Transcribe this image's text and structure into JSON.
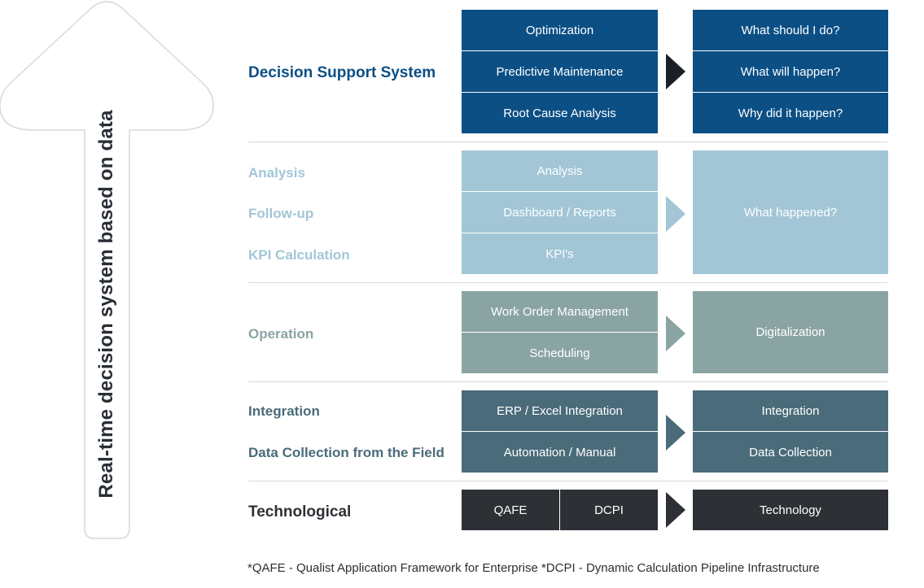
{
  "colors": {
    "dark_blue": "#0b4f85",
    "light_blue": "#a2c6d6",
    "gray_teal": "#8aa4a4",
    "slate": "#4a6b7a",
    "charcoal": "#2d3035",
    "arrow_outline": "#d8d8d8"
  },
  "side_arrow": {
    "text": "Real-time decision system based on data",
    "icon": "up-arrow-icon"
  },
  "layers": {
    "dss": {
      "label": "Decision Support System",
      "left": [
        "Optimization",
        "Predictive Maintenance",
        "Root Cause Analysis"
      ],
      "right": [
        "What should I do?",
        "What will happen?",
        "Why did it happen?"
      ]
    },
    "analysis": {
      "labels": [
        "Analysis",
        "Follow-up",
        "KPI Calculation"
      ],
      "left": [
        "Analysis",
        "Dashboard / Reports",
        "KPI's"
      ],
      "right": "What happened?"
    },
    "operation": {
      "label": "Operation",
      "left": [
        "Work Order Management",
        "Scheduling"
      ],
      "right": "Digitalization"
    },
    "integration": {
      "labels": [
        "Integration",
        "Data Collection from the Field"
      ],
      "left": [
        "ERP / Excel Integration",
        "Automation / Manual"
      ],
      "right": [
        "Integration",
        "Data Collection"
      ]
    },
    "tech": {
      "label": "Technological",
      "left": [
        "QAFE",
        "DCPI"
      ],
      "right": "Technology"
    }
  },
  "footnote": "*QAFE - Qualist Application Framework for Enterprise  *DCPI - Dynamic Calculation Pipeline Infrastructure"
}
